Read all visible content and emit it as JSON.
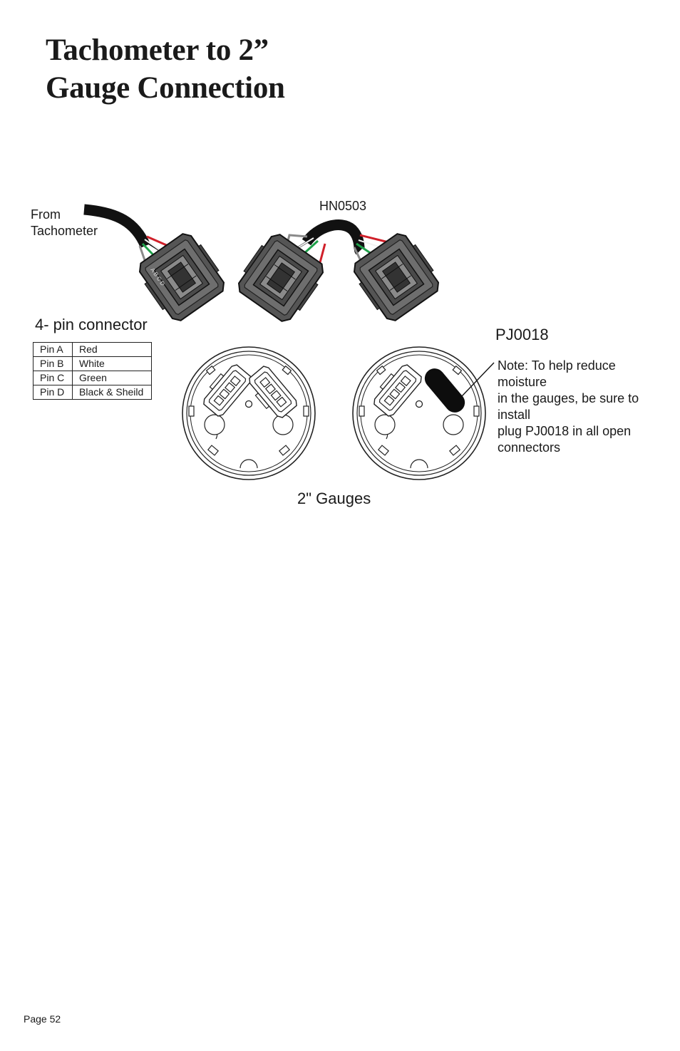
{
  "title": {
    "line1": "Tachometer to 2”",
    "line2": "Gauge Connection"
  },
  "labels": {
    "from_line1": "From",
    "from_line2": "Tachometer",
    "harness_part": "HN0503",
    "pin_table_title": "4- pin connector",
    "plug_part": "PJ0018",
    "note_lines": [
      "Note: To help reduce",
      "moisture",
      "in the gauges, be sure to",
      "install",
      "plug PJ0018 in all open",
      "connectors"
    ],
    "gauges_caption": "2\" Gauges"
  },
  "pin_table": [
    {
      "pin": "Pin A",
      "wire": "Red"
    },
    {
      "pin": "Pin B",
      "wire": "White"
    },
    {
      "pin": "Pin C",
      "wire": "Green"
    },
    {
      "pin": "Pin D",
      "wire": "Black & Sheild"
    }
  ],
  "connector_pin_letters": [
    "A",
    "B",
    "C",
    "D"
  ],
  "wire_colors": {
    "red": "#d0202a",
    "white": "#f2f2f2",
    "green": "#1fa14a",
    "shield": "#8a8a8a",
    "cable": "#111111"
  },
  "footer": {
    "page": "Page 52"
  }
}
